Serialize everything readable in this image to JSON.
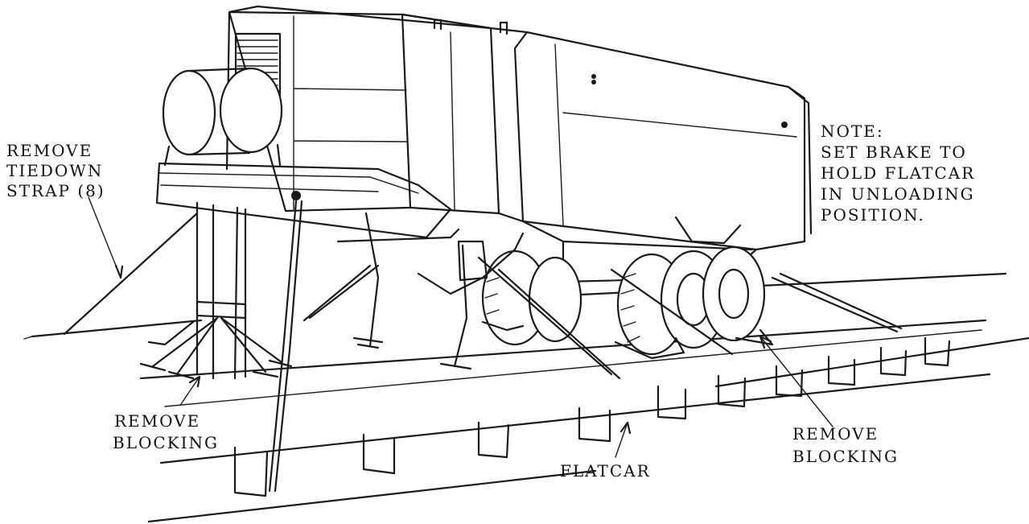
{
  "labels": {
    "tiedown": [
      "REMOVE",
      "TIEDOWN",
      "STRAP (8)"
    ],
    "note": [
      "NOTE:",
      "SET BRAKE TO",
      "HOLD FLATCAR",
      "IN UNLOADING",
      "POSITION."
    ],
    "blocking_left": [
      "REMOVE",
      "BLOCKING"
    ],
    "blocking_right": [
      "REMOVE",
      "BLOCKING"
    ],
    "flatcar": "FLATCAR"
  }
}
